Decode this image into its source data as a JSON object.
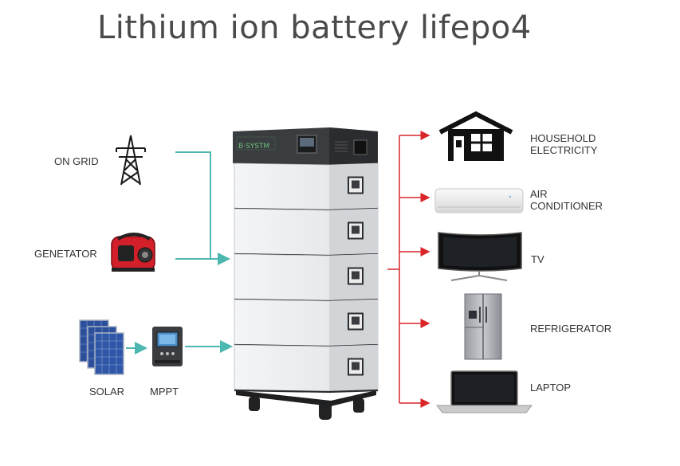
{
  "title": "Lithium ion battery lifepo4",
  "inputs": {
    "on_grid": "ON GRID",
    "generator": "GENETATOR",
    "solar": "SOLAR",
    "mppt": "MPPT"
  },
  "outputs": {
    "household_line1": "HOUSEHOLD",
    "household_line2": "ELECTRICITY",
    "air_line1": "AIR",
    "air_line2": "CONDITIONER",
    "tv": "TV",
    "refrigerator": "REFRIGERATOR",
    "laptop": "LAPTOP"
  },
  "battery": {
    "module_count": 5
  },
  "colors": {
    "input_arrow": "#4cb8b0",
    "output_arrow": "#d9262a",
    "title_text": "#4a4a4a",
    "battery_body": "#e4e6e8",
    "battery_top": "#3a3d40"
  },
  "icons": [
    "pylon-icon",
    "generator-icon",
    "solar-panel-icon",
    "mppt-controller-icon",
    "house-icon",
    "air-conditioner-icon",
    "tv-icon",
    "refrigerator-icon",
    "laptop-icon"
  ]
}
